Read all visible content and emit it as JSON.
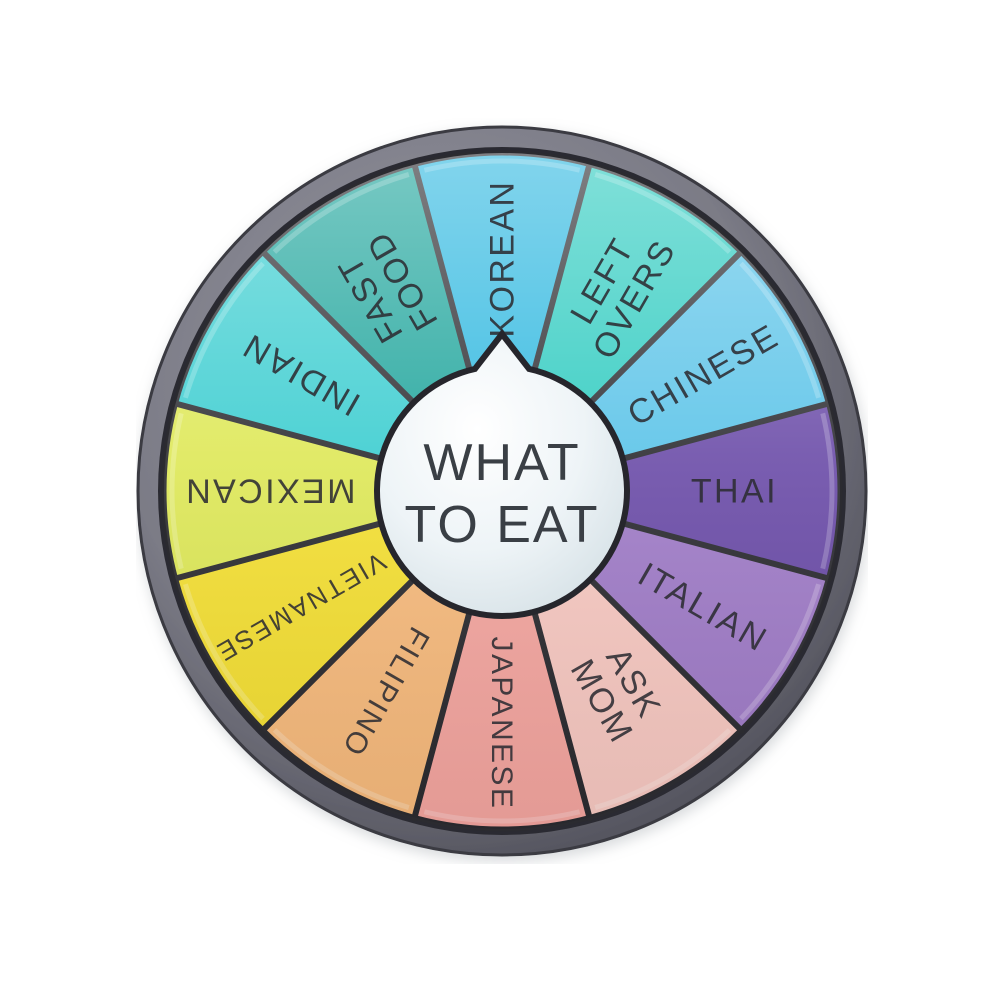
{
  "product": {
    "title": "WHAT TO EAT",
    "hub_line_1": "WHAT",
    "hub_line_2": "TO EAT",
    "type": "spinner-wheel-enamel-pin",
    "background_color": "#ffffff",
    "hub_color": "#e9f1f4",
    "outline_color": "#2b2b30",
    "rim_color": "#6e6e78",
    "label_text_color": "#2d2d33",
    "segment_count": 12
  },
  "wheel": {
    "pointer": {
      "name": "pointer-notch",
      "direction": "up",
      "color": "#e9f1f4"
    },
    "segments": [
      {
        "label": "KOREAN",
        "lines": [
          "KOREAN"
        ],
        "color": "#2fb8e0",
        "start_deg": -15,
        "end_deg": 15
      },
      {
        "label": "LEFT OVERS",
        "lines": [
          "LEFT",
          "OVERS"
        ],
        "color": "#2ecbc0",
        "start_deg": 15,
        "end_deg": 45
      },
      {
        "label": "CHINESE",
        "lines": [
          "CHINESE"
        ],
        "color": "#5ac3e8",
        "start_deg": 45,
        "end_deg": 75
      },
      {
        "label": "THAI",
        "lines": [
          "THAI"
        ],
        "color": "#6b4ca8",
        "start_deg": 75,
        "end_deg": 105
      },
      {
        "label": "ITALIAN",
        "lines": [
          "ITALIAN"
        ],
        "color": "#a07cc8",
        "start_deg": 105,
        "end_deg": 135
      },
      {
        "label": "ASK MOM",
        "lines": [
          "ASK",
          "MOM"
        ],
        "color": "#f8c9c2",
        "start_deg": 135,
        "end_deg": 165
      },
      {
        "label": "JAPANESE",
        "lines": [
          "JAPANESE"
        ],
        "color": "#f5a6a0",
        "start_deg": 165,
        "end_deg": 195
      },
      {
        "label": "FILIPINO",
        "lines": [
          "FILIPINO"
        ],
        "color": "#f8bb7d",
        "start_deg": 195,
        "end_deg": 225
      },
      {
        "label": "VIETNAMESE",
        "lines": [
          "VIETNAMESE"
        ],
        "color": "#f5e033",
        "start_deg": 225,
        "end_deg": 255
      },
      {
        "label": "MEXICAN",
        "lines": [
          "MEXICAN"
        ],
        "color": "#dee857",
        "start_deg": 255,
        "end_deg": 285
      },
      {
        "label": "INDIAN",
        "lines": [
          "INDIAN"
        ],
        "color": "#3bcdd0",
        "start_deg": 285,
        "end_deg": 315
      },
      {
        "label": "FAST FOOD",
        "lines": [
          "FAST",
          "FOOD"
        ],
        "color": "#1fa59c",
        "start_deg": 315,
        "end_deg": 345
      }
    ]
  },
  "chart_data": {
    "type": "pie",
    "title": "WHAT TO EAT",
    "categories": [
      "KOREAN",
      "LEFT OVERS",
      "CHINESE",
      "THAI",
      "ITALIAN",
      "ASK MOM",
      "JAPANESE",
      "FILIPINO",
      "VIETNAMESE",
      "MEXICAN",
      "INDIAN",
      "FAST FOOD"
    ],
    "values": [
      30,
      30,
      30,
      30,
      30,
      30,
      30,
      30,
      30,
      30,
      30,
      30
    ],
    "value_unit": "degrees",
    "colors": [
      "#2fb8e0",
      "#2ecbc0",
      "#5ac3e8",
      "#6b4ca8",
      "#a07cc8",
      "#f8c9c2",
      "#f5a6a0",
      "#f8bb7d",
      "#f5e033",
      "#dee857",
      "#3bcdd0",
      "#1fa59c"
    ],
    "legend": "none",
    "grid": false,
    "xlabel": "",
    "ylabel": ""
  }
}
